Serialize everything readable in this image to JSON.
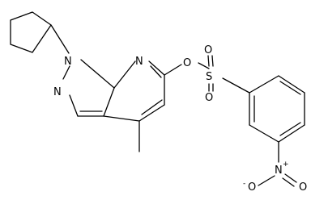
{
  "structure": {
    "atoms": {
      "N1": "N",
      "N2": "N",
      "N7": "N",
      "O_ester": "O",
      "S": "S",
      "O_s1": "O",
      "O_s2": "O",
      "N_nitro": "N",
      "N_nitro_charge": "+",
      "O_nitro_top": "O",
      "O_nitro_right": "O",
      "O_nitro_charge": "-"
    }
  }
}
